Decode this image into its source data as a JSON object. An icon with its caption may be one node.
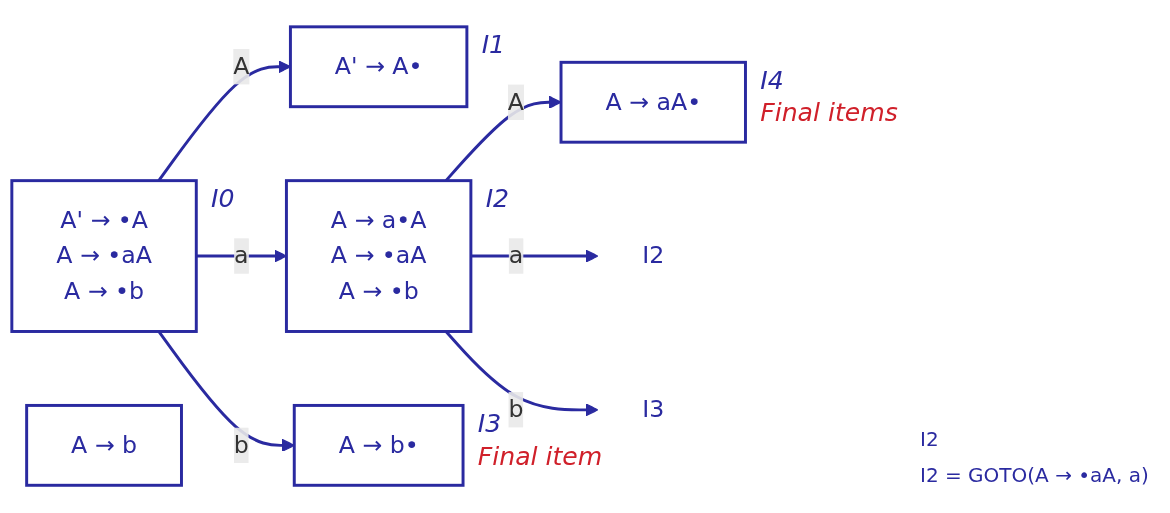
{
  "diagram": {
    "nodes": [
      {
        "text": [
          "A' → •A",
          "A → •aA",
          "A → •b"
        ],
        "beside": [
          "I0"
        ]
      },
      {
        "text": [
          "A' → A•"
        ],
        "beside": [
          "I1"
        ]
      },
      {
        "text": [
          "A → a•A",
          "A → •aA",
          "A → •b"
        ],
        "beside": [
          "I2"
        ]
      },
      {
        "text": [
          "A → aA•"
        ],
        "beside": [
          "I4",
          "Final items"
        ]
      },
      {
        "text": [
          "I2"
        ]
      },
      {
        "text": [
          "I3"
        ]
      },
      {
        "text": [
          "A → b•"
        ],
        "beside": [
          "I3",
          "Final item"
        ]
      },
      {
        "text": [
          "A → b"
        ]
      }
    ],
    "edges": [
      {
        "from": 0,
        "to": 1,
        "arrow": "to",
        "label": "A"
      },
      {
        "from": 0,
        "to": 2,
        "arrow": "to",
        "label": "a"
      },
      {
        "from": 0,
        "to": 6,
        "arrow": "to",
        "label": "b"
      },
      {
        "from": 2,
        "to": 3,
        "arrow": "to",
        "label": "A"
      },
      {
        "from": 2,
        "to": 4,
        "arrow": "to",
        "label": "a"
      },
      {
        "from": 2,
        "to": 5,
        "arrow": "to",
        "label": "b"
      }
    ],
    "labels": [
      "I2",
      "I2 = GOTO(A → •aA, a)"
    ]
  }
}
